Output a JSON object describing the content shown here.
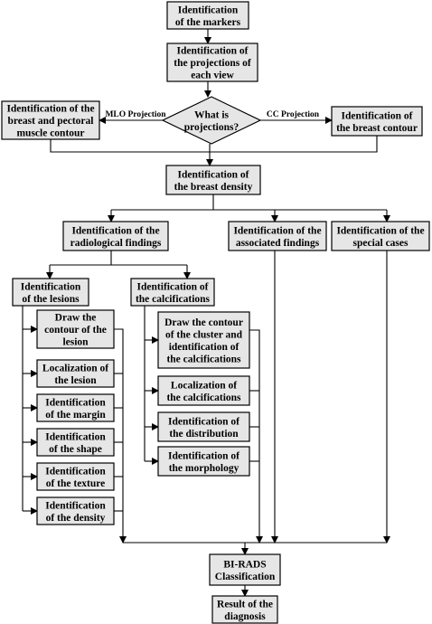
{
  "nodes": {
    "markers": [
      "Identification",
      "of the markers"
    ],
    "projections": [
      "Identification of",
      "the projections of",
      "each view"
    ],
    "decision": [
      "What is",
      "projections?"
    ],
    "mlo_contour": [
      "Identification of the",
      "breast and pectoral",
      "muscle contour"
    ],
    "cc_contour": [
      "Identification of",
      "the breast contour"
    ],
    "density": [
      "Identification of",
      "the breast density"
    ],
    "radiological": [
      "Identification of the",
      "radiological findings"
    ],
    "associated": [
      "Identification of the",
      "associated findings"
    ],
    "special": [
      "Identification of the",
      "special cases"
    ],
    "lesions": [
      "Identification",
      "of the lesions"
    ],
    "calcifications": [
      "Identification of",
      "the calcifications"
    ],
    "draw_lesion": [
      "Draw the",
      "contour of the",
      "lesion"
    ],
    "loc_lesion": [
      "Localization of",
      "the lesion"
    ],
    "margin": [
      "Identification",
      "of the margin"
    ],
    "shape": [
      "Identification",
      "of the shape"
    ],
    "texture": [
      "Identification",
      "of the texture"
    ],
    "lesion_density": [
      "Identification",
      "of the density"
    ],
    "draw_cluster": [
      "Draw the contour",
      "of the cluster and",
      "identification of",
      "the calcifications"
    ],
    "loc_calc": [
      "Localization of",
      "the calcifications"
    ],
    "distribution": [
      "Identification of",
      "the distribution"
    ],
    "morphology": [
      "Identification of",
      "the morphology"
    ],
    "birads": [
      "BI-RADS",
      "Classification"
    ],
    "result": [
      "Result of the",
      "diagnosis"
    ]
  },
  "edge_labels": {
    "mlo": "MLO Projection",
    "cc": "CC Projection"
  }
}
